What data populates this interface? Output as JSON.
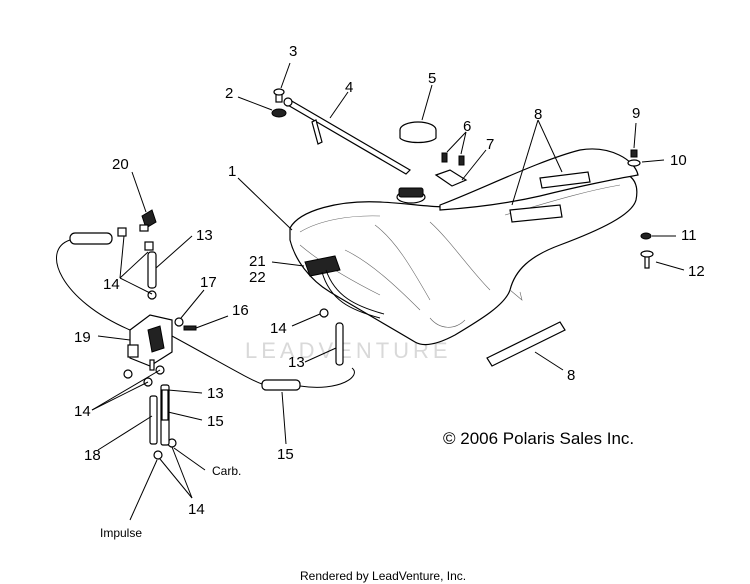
{
  "callouts": {
    "c1": "1",
    "c2": "2",
    "c3": "3",
    "c4": "4",
    "c5": "5",
    "c6": "6",
    "c7": "7",
    "c8a": "8",
    "c8b": "8",
    "c9": "9",
    "c10": "10",
    "c11": "11",
    "c12": "12",
    "c13a": "13",
    "c13b": "13",
    "c13c": "13",
    "c14a": "14",
    "c14b": "14",
    "c14c": "14",
    "c14d": "14",
    "c15a": "15",
    "c15b": "15",
    "c16": "16",
    "c17": "17",
    "c18": "18",
    "c19": "19",
    "c20": "20",
    "c21": "21",
    "c22": "22"
  },
  "notes": {
    "carb": "Carb.",
    "impulse": "Impulse"
  },
  "copyright": "© 2006 Polaris Sales Inc.",
  "footer": "Rendered by LeadVenture, Inc.",
  "watermark": "LEADVENTURE"
}
